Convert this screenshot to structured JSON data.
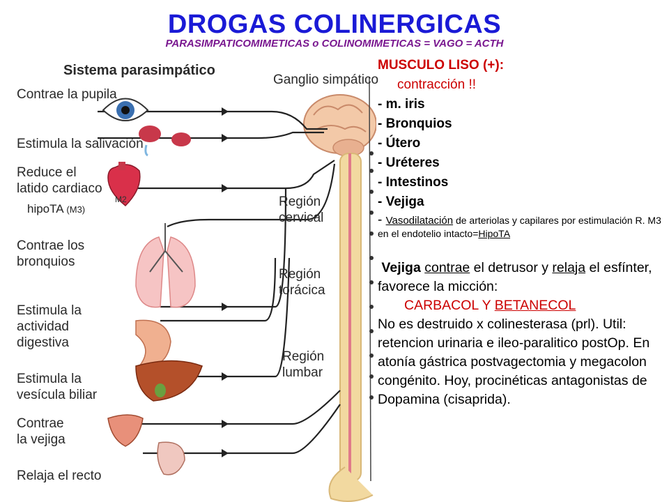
{
  "title": "DROGAS COLINERGICAS",
  "subtitle": "PARASIMPATICOMIMETICAS o COLINOMIMETICAS = VAGO = ACTH",
  "diagram": {
    "heading": "Sistema parasimpático",
    "ganglion_label": "Ganglio simpático",
    "regions": {
      "cervical": "Región\ncervical",
      "thoracic": "Región\ntorácica",
      "lumbar": "Región\nlumbar"
    },
    "effects": [
      {
        "label": "Contrae la pupila"
      },
      {
        "label": "Estimula la salivación"
      },
      {
        "label": "Reduce el\nlatido cardiaco"
      },
      {
        "label": "Contrae los\nbronquios"
      },
      {
        "label": "Estimula la\nactividad\ndigestiva"
      },
      {
        "label": "Estimula la\nvesícula biliar"
      },
      {
        "label": "Contrae\nla vejiga"
      },
      {
        "label": "Relaja el recto"
      }
    ],
    "hipota_label": "hipoTA",
    "hipota_receptor": "(M3)",
    "m2_label": "M2"
  },
  "panel": {
    "muscle_heading": "MUSCULO LISO (+):",
    "contraction": "contracción !!",
    "items": [
      "- m. iris",
      "- Bronquios",
      "- Útero",
      "- Uréteres",
      "- Intestinos",
      "- Vejiga"
    ],
    "vaso_dash": "- ",
    "vaso_word": "Vasodilatación",
    "vaso_text": " de arteriolas y capilares por estimulación R. M3 en el endotelio intacto=",
    "vaso_hipota": "HipoTA",
    "vejiga_word": "Vejiga",
    "contrae_word": "contrae",
    "el_detrusor": " el detrusor y ",
    "relaja_word": "relaja",
    "rest_line": " el esfínter, favorece la micción:",
    "carbacol": "CARBACOL Y ",
    "betanecol": "BETANECOL",
    "body": "No es destruido x colinesterasa (prl). Util: retencion urinaria e ileo-paralitico postOp. En atonía gástrica postvagectomia y megacolon congénito. Hoy, procinéticas antagonistas de Dopamina (cisaprida)."
  },
  "colors": {
    "title": "#1a1ad6",
    "subtitle": "#7a1890",
    "accent_red": "#cc0000",
    "spine": "#f2d9a0",
    "cord": "#e07a8a"
  }
}
